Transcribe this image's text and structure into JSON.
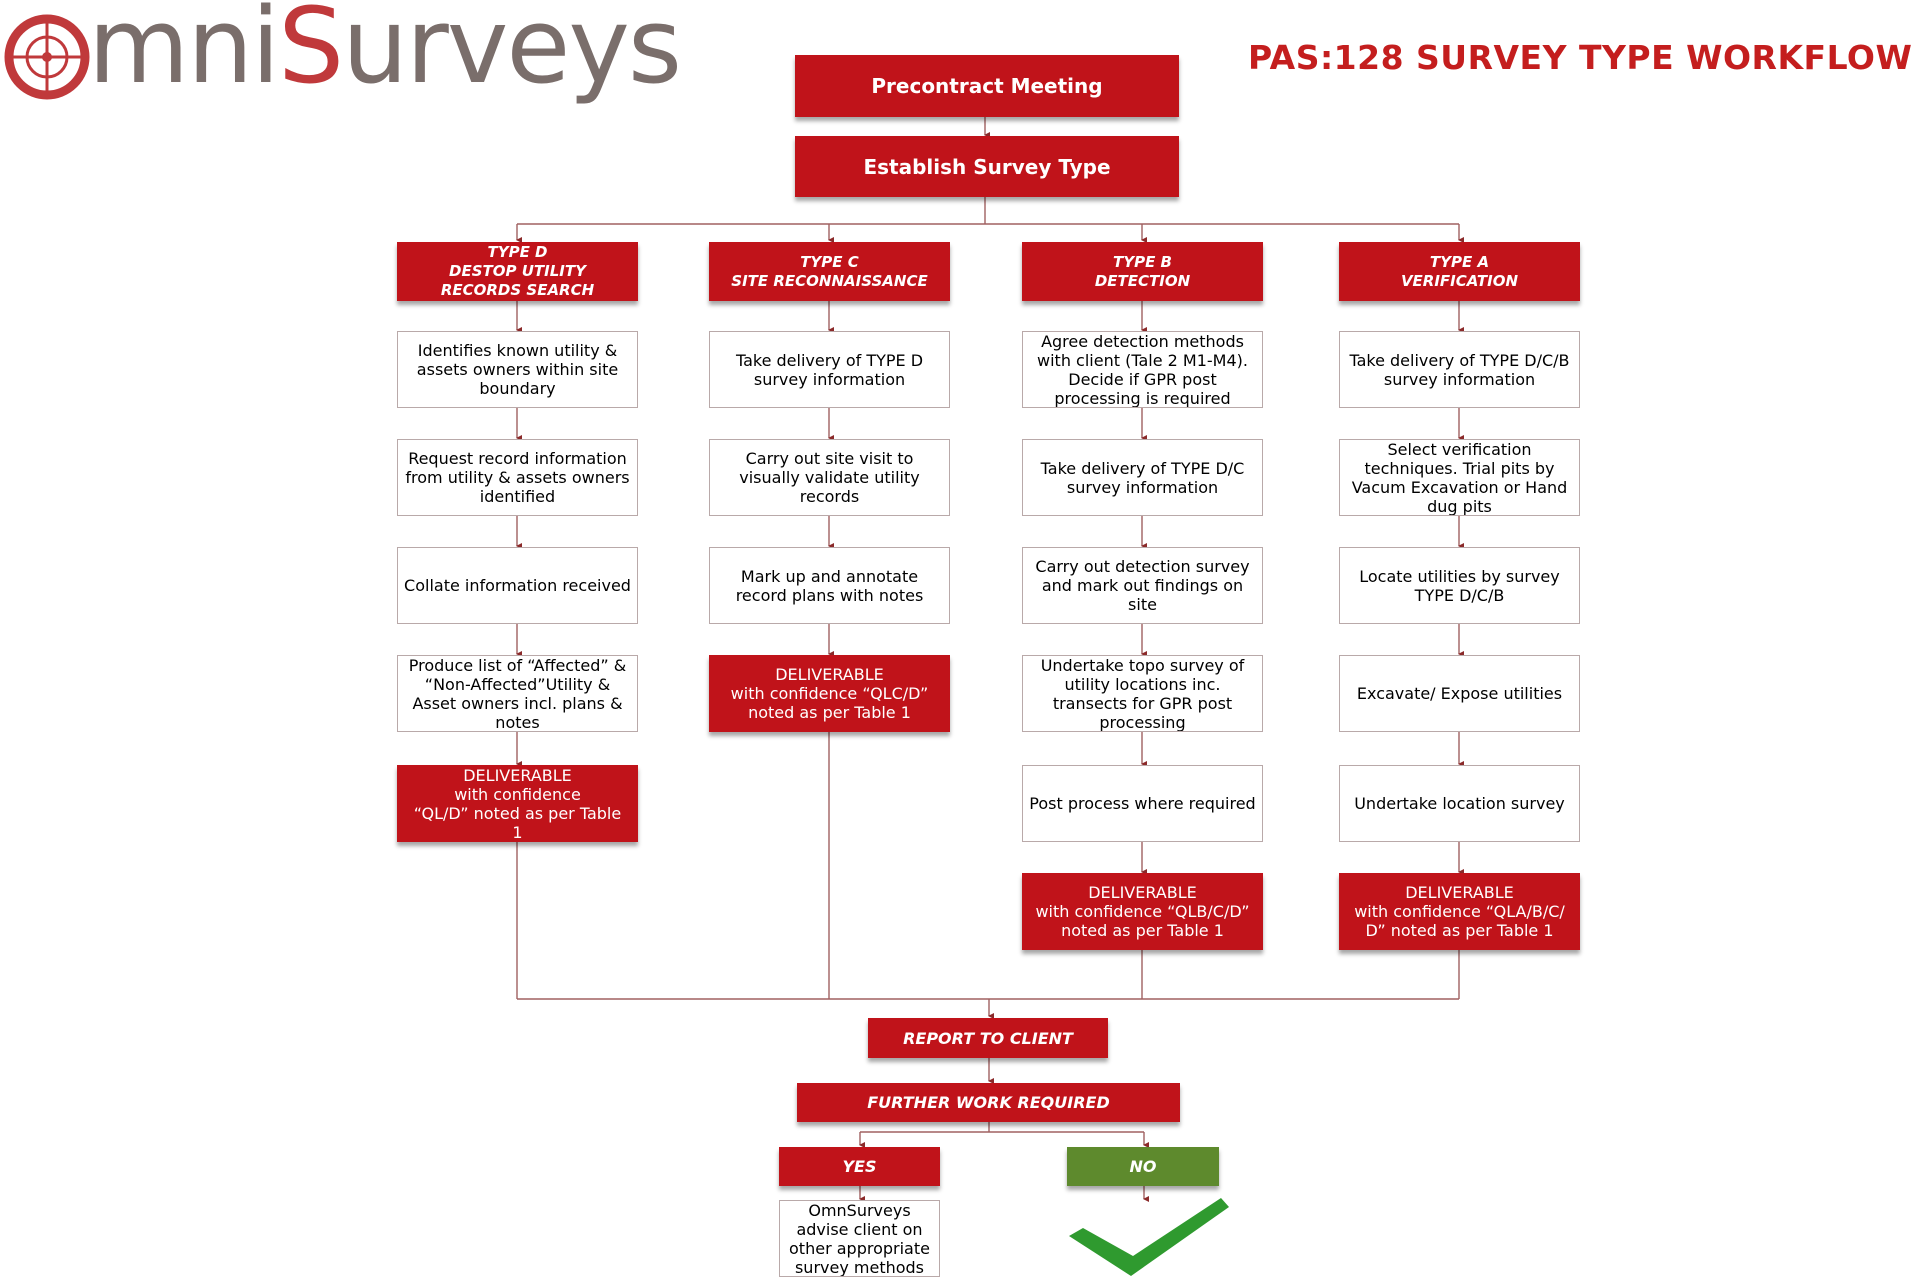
{
  "brand": {
    "logo_text_prefix": "mni",
    "logo_text_accent": "S",
    "logo_text_suffix": "urveys",
    "brand_colors": {
      "red": "#c0393b",
      "grey": "#7a6e6b"
    }
  },
  "title": "PAS:128 SURVEY TYPE WORKFLOW",
  "top": {
    "precontract": "Precontract Meeting",
    "establish": "Establish Survey Type"
  },
  "columns": [
    {
      "header": "TYPE D\nDESTOP UTILITY\nRECORDS SEARCH",
      "steps": [
        "Identifies known utility & assets owners within site boundary",
        "Request record information from utility & assets owners identified",
        "Collate information received",
        "Produce list of “Affected” & “Non-Affected”Utility & Asset owners incl. plans & notes"
      ],
      "deliverable": "DELIVERABLE\nwith confidence\n“QL/D” noted as per Table\n1"
    },
    {
      "header": "TYPE C\nSITE RECONNAISSANCE",
      "steps": [
        "Take delivery of TYPE D survey information",
        "Carry out site visit to visually validate utility records",
        "Mark up and annotate record plans with notes"
      ],
      "deliverable": "DELIVERABLE\nwith confidence “QLC/D”\nnoted as per Table 1"
    },
    {
      "header": "TYPE B\nDETECTION",
      "steps": [
        "Agree detection methods with client (Tale 2 M1-M4). Decide if GPR post processing is required",
        "Take delivery of TYPE D/C survey information",
        "Carry out detection survey and mark out findings on site",
        "Undertake topo survey of utility locations inc. transects for GPR post processing",
        "Post process where required"
      ],
      "deliverable": "DELIVERABLE\nwith confidence “QLB/C/D”\nnoted as per Table 1"
    },
    {
      "header": "TYPE A\nVERIFICATION",
      "steps": [
        "Take delivery of TYPE D/C/B survey information",
        "Select verification techniques. Trial pits by Vacum Excavation or Hand dug pits",
        "Locate utilities by survey TYPE D/C/B",
        "Excavate/ Expose utilities",
        "Undertake location survey"
      ],
      "deliverable": "DELIVERABLE\nwith confidence “QLA/B/C/\nD” noted as per Table 1"
    }
  ],
  "bottom": {
    "report": "REPORT TO CLIENT",
    "further": "FURTHER WORK REQUIRED",
    "yes": "YES",
    "no": "NO",
    "yes_note": "OmnSurveys advise client on other appropriate survey methods"
  },
  "colors": {
    "box_red": "#c0131a",
    "no_green": "#5e8a2d",
    "check_green": "#2f9a2f",
    "connector": "#8b3a3a"
  },
  "icons": [
    "logo-target-icon",
    "checkmark-icon"
  ]
}
